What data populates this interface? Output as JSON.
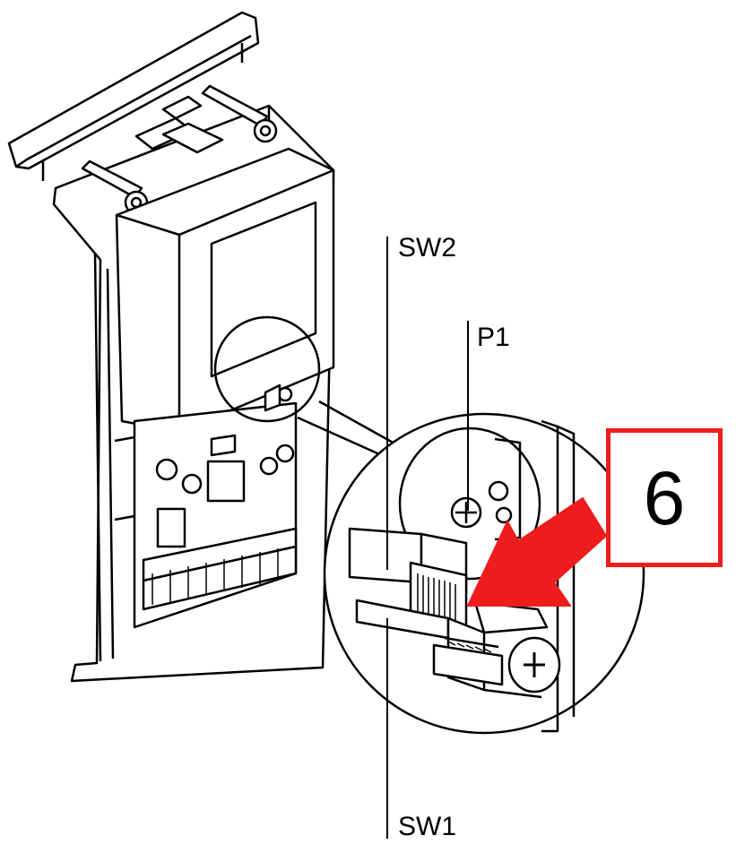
{
  "labels": {
    "sw2": "SW2",
    "p1": "P1",
    "sw1": "SW1"
  },
  "callout": {
    "step_number": "6"
  },
  "colors": {
    "accent": "#ee1c1c",
    "line": "#000000"
  }
}
